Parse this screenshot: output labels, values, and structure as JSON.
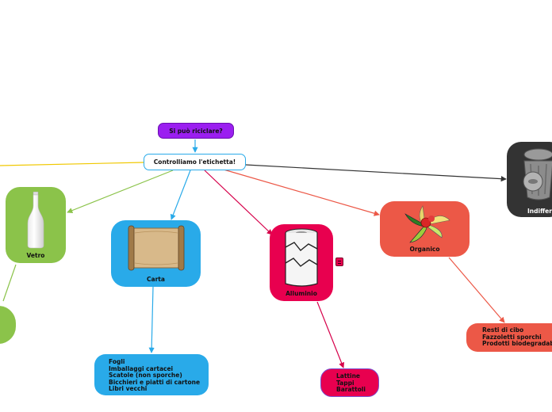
{
  "root": {
    "label": "Si può riciclare?"
  },
  "center": {
    "label": "Controlliamo l'etichetta!"
  },
  "categories": {
    "vetro": {
      "label": "Vetro",
      "icon": "glass-bottle-icon",
      "color": "#8bc34a"
    },
    "carta": {
      "label": "Carta",
      "icon": "paper-scroll-icon",
      "color": "#29aae9"
    },
    "alluminio": {
      "label": "Alluminio",
      "icon": "soda-can-icon",
      "color": "#e8004f"
    },
    "organico": {
      "label": "Organico",
      "icon": "fruit-peels-icon",
      "color": "#ec5847"
    },
    "indifferenziata": {
      "label": "Indiffer",
      "icon": "trash-bin-icon",
      "color": "#333333"
    }
  },
  "carta_items": [
    "Fogli",
    "Imballaggi cartacei",
    "Scatole (non sporche)",
    "Bicchieri e piatti di cartone",
    "Libri vecchi"
  ],
  "alluminio_items": [
    "Lattine",
    "Tappi",
    "Barattoli"
  ],
  "organico_items": [
    "Resti di cibo",
    "Fazzoletti sporchi",
    "Prodotti biodegradabili"
  ],
  "alluminio_note": {
    "icon": "note-icon"
  },
  "colors": {
    "root_purple": "#9b1ff0",
    "center_border": "#29aae9",
    "yellow_line": "#f0c800"
  }
}
